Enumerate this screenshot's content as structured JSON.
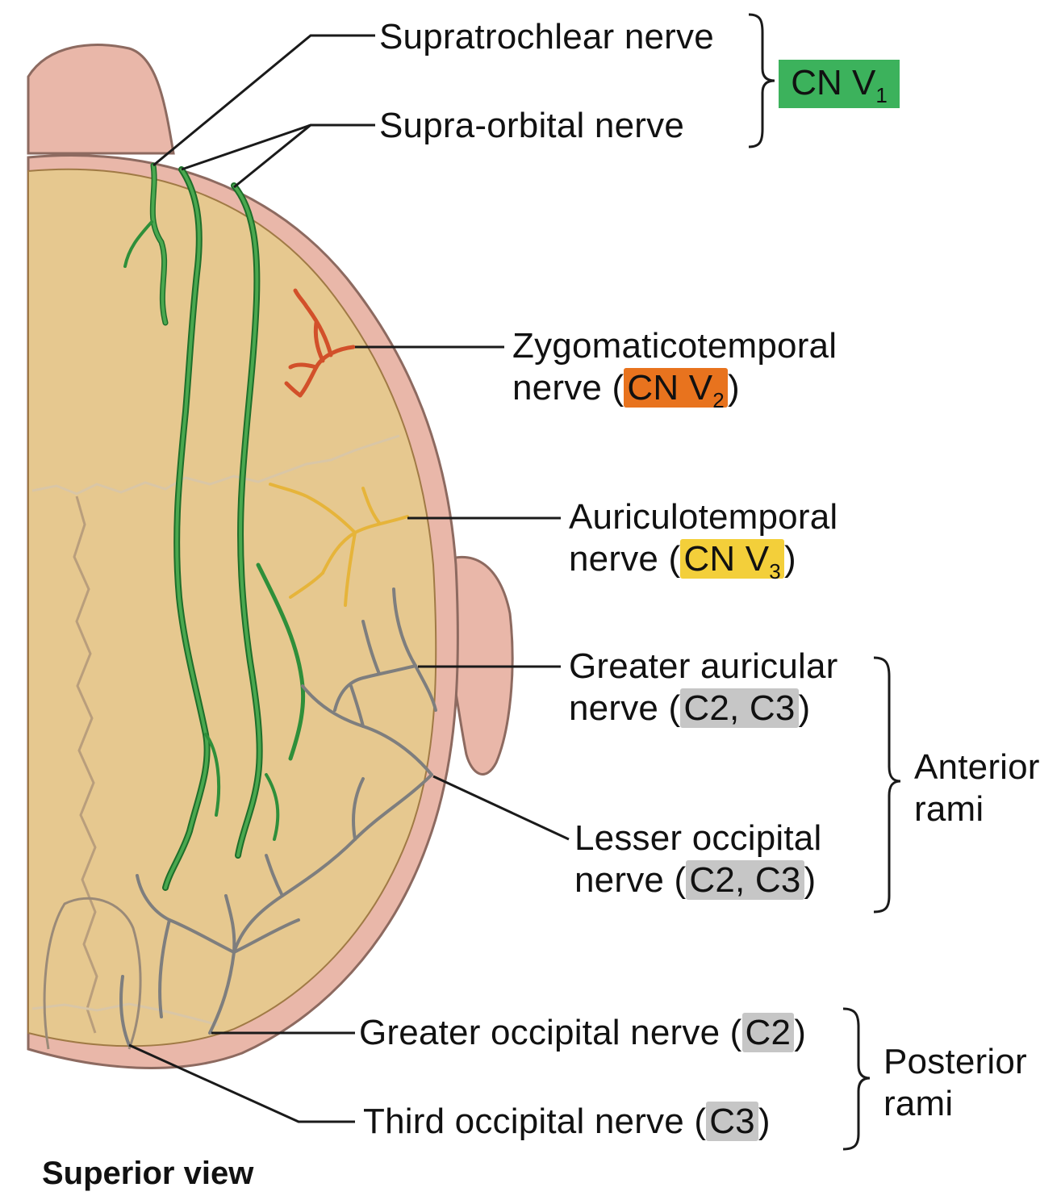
{
  "title": "Superior view",
  "labels": {
    "supratrochlear": "Supratrochlear nerve",
    "supraorbital": "Supra-orbital nerve",
    "cnv1": {
      "main": "CN V",
      "sub": "1"
    },
    "zygomaticotemporal": {
      "line1": "Zygomaticotemporal",
      "line2": "nerve (",
      "tag_main": "CN V",
      "tag_sub": "2",
      "close": ")"
    },
    "auriculotemporal": {
      "line1": "Auriculotemporal",
      "line2": "nerve (",
      "tag_main": "CN V",
      "tag_sub": "3",
      "close": ")"
    },
    "greater_auricular": {
      "line1": "Greater auricular",
      "line2": "nerve (",
      "tag": "C2, C3",
      "close": ")"
    },
    "lesser_occipital": {
      "line1": "Lesser occipital",
      "line2": "nerve (",
      "tag": "C2, C3",
      "close": ")"
    },
    "greater_occipital": {
      "line": "Greater occipital nerve (",
      "tag": "C2",
      "close": ")"
    },
    "third_occipital": {
      "line": "Third occipital nerve (",
      "tag": "C3",
      "close": ")"
    }
  },
  "groups": {
    "anterior_rami": {
      "line1": "Anterior",
      "line2": "rami"
    },
    "posterior_rami": {
      "line1": "Posterior",
      "line2": "rami"
    }
  },
  "colors": {
    "cn_v1": "#3cb25c",
    "cn_v2": "#e8731e",
    "cn_v3": "#f3cf3a",
    "cervical": "#c6c6c6",
    "skin": "#e6c88f",
    "scalp_edge": "#e9b7a9",
    "green_nerve": "#2f8f3a",
    "orange_nerve": "#d2502a",
    "yellow_nerve": "#e6b43a",
    "gray_nerve": "#8a8a8a"
  }
}
